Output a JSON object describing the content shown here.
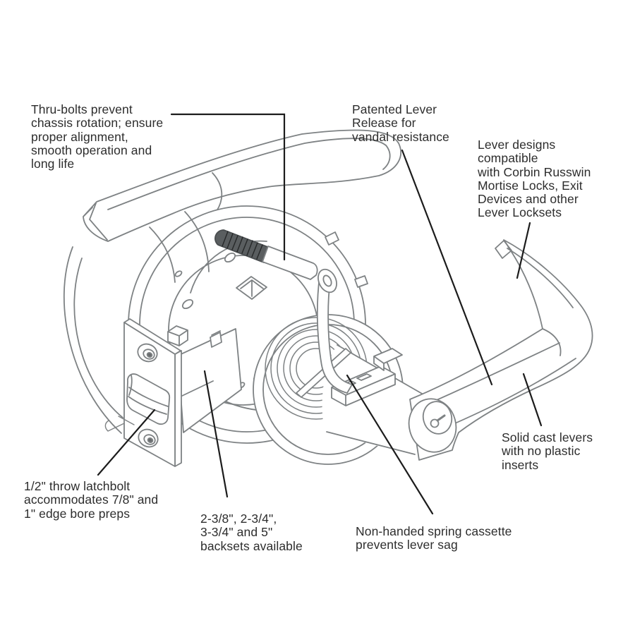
{
  "diagram": {
    "type": "technical-illustration",
    "subject": "cylindrical-lever-lockset-exploded-view",
    "background": "#ffffff",
    "colors": {
      "drawing_line": "#7e8284",
      "leader_line": "#1c1c1c",
      "text": "#2d2d2d",
      "stud_fill": "#5a5e60"
    },
    "labels": {
      "thru_bolts": "Thru-bolts prevent\nchassis rotation; ensure\nproper alignment,\nsmooth operation and\nlong life",
      "patented": "Patented Lever\nRelease for\nvandal resistance",
      "lever_designs": "Lever designs\ncompatible\nwith Corbin Russwin\nMortise Locks, Exit\nDevices and other\nLever Locksets",
      "solid_levers": "Solid cast levers\nwith no plastic\ninserts",
      "latchbolt": "1/2\" throw latchbolt\naccommodates 7/8\" and\n1\" edge bore preps",
      "backsets": "2-3/8\", 2-3/4\",\n3-3/4\" and 5\"\nbacksets available",
      "spring_cassette": "Non-handed spring cassette\nprevents lever sag"
    }
  }
}
